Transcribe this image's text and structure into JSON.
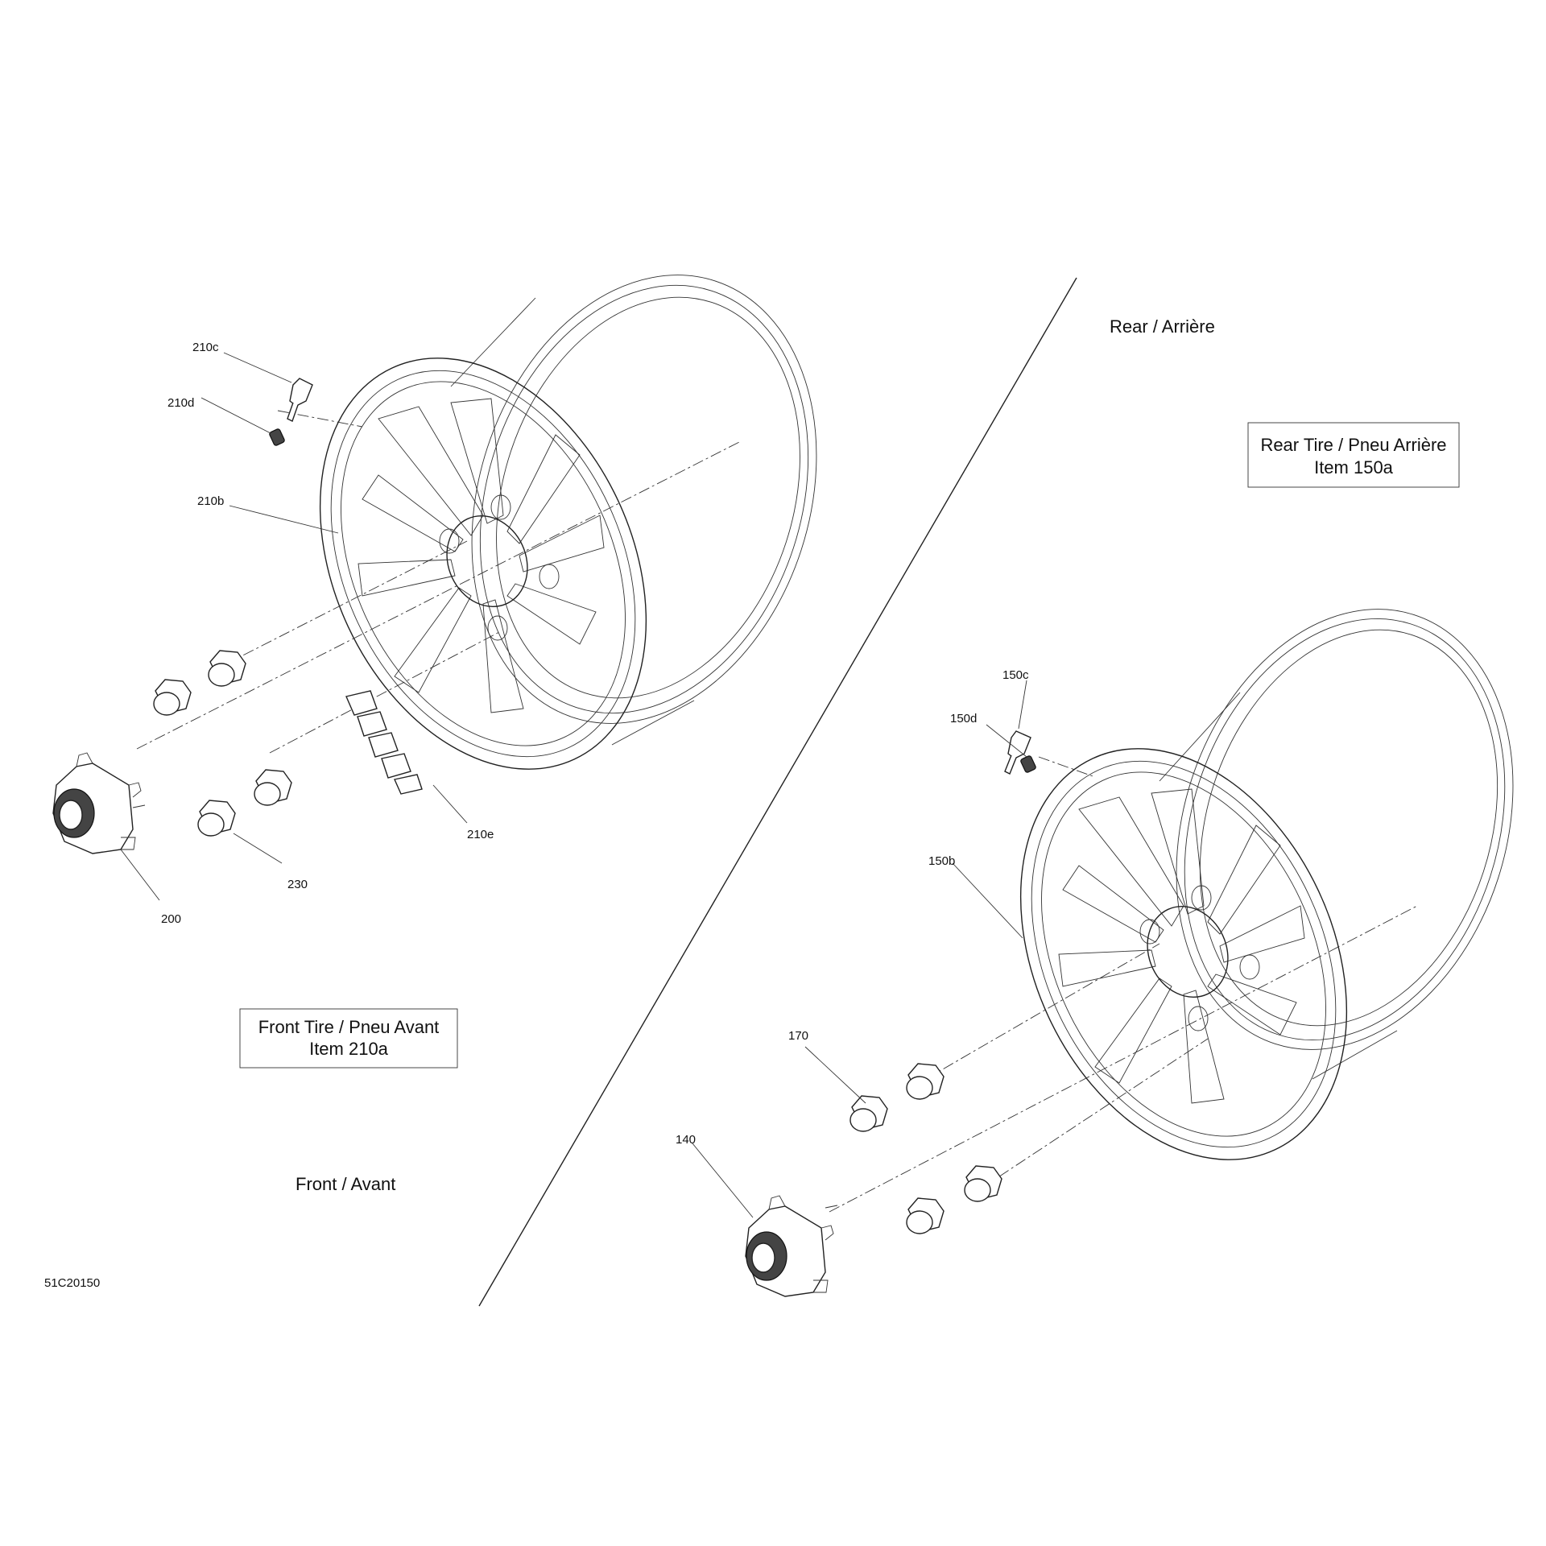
{
  "drawing_code": "51C20150",
  "sections": {
    "rear": "Rear / Arrière",
    "front": "Front / Avant"
  },
  "boxes": {
    "rear_tire": {
      "line1": "Rear Tire / Pneu Arrière",
      "line2": "Item 150a"
    },
    "front_tire": {
      "line1": "Front Tire / Pneu Avant",
      "line2": "Item 210a"
    }
  },
  "callouts": {
    "c210c": "210c",
    "c210d": "210d",
    "c210b": "210b",
    "c210e": "210e",
    "c230": "230",
    "c200": "200",
    "c150c": "150c",
    "c150d": "150d",
    "c150b": "150b",
    "c170": "170",
    "c140": "140"
  }
}
